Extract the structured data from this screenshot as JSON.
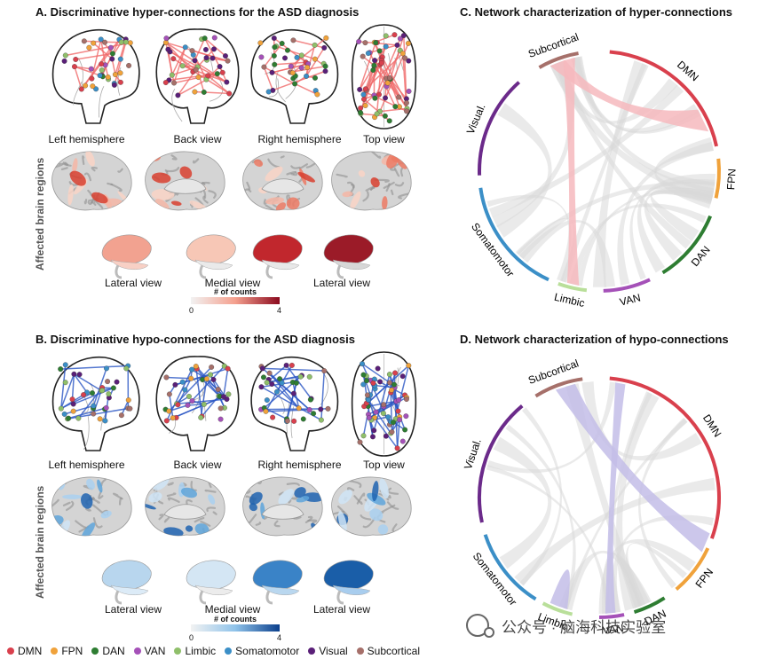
{
  "panelA": {
    "title": "A. Discriminative hyper-connections for the ASD diagnosis",
    "views": [
      "Left hemisphere",
      "Back view",
      "Right hemisphere",
      "Top view"
    ],
    "subviews": [
      "Lateral view",
      "Medial view",
      "Lateral view"
    ],
    "ylabel": "Affected brain regions",
    "colorbar": {
      "title": "# of counts",
      "min": "0",
      "max": "4",
      "from": "#f2f2f2",
      "to": "#8b0a1e"
    }
  },
  "panelB": {
    "title": "B. Discriminative hypo-connections for the ASD diagnosis",
    "views": [
      "Left hemisphere",
      "Back view",
      "Right hemisphere",
      "Top view"
    ],
    "subviews": [
      "Lateral view",
      "Medial view",
      "Lateral view"
    ],
    "ylabel": "Affected brain regions",
    "colorbar": {
      "title": "# of counts",
      "min": "0",
      "max": "4",
      "from": "#f2f2f2",
      "to": "#0b3f8c"
    }
  },
  "panelC": {
    "title": "C. Network characterization of hyper-connections",
    "ribbon_color": "#f6b9bd",
    "networks": [
      {
        "name": "DMN",
        "color": "#d9404d"
      },
      {
        "name": "FPN",
        "color": "#f0a23b"
      },
      {
        "name": "DAN",
        "color": "#2e7d32"
      },
      {
        "name": "VAN",
        "color": "#a551b8"
      },
      {
        "name": "Limbic",
        "color": "#b9df9a"
      },
      {
        "name": "Somatomotor",
        "color": "#3b8fc7"
      },
      {
        "name": "Visual.",
        "color": "#6b2a8a"
      },
      {
        "name": "Subcortical",
        "color": "#a6706a"
      }
    ]
  },
  "panelD": {
    "title": "D. Network characterization of hypo-connections",
    "ribbon_color": "#c3bde8",
    "networks": [
      {
        "name": "DMN",
        "color": "#d9404d"
      },
      {
        "name": "FPN",
        "color": "#f0a23b"
      },
      {
        "name": "DAN",
        "color": "#2e7d32"
      },
      {
        "name": "VAN",
        "color": "#a551b8"
      },
      {
        "name": "Limbic",
        "color": "#b9df9a"
      },
      {
        "name": "Somatomotor",
        "color": "#3b8fc7"
      },
      {
        "name": "Visual.",
        "color": "#6b2a8a"
      },
      {
        "name": "Subcortical",
        "color": "#a6706a"
      }
    ]
  },
  "legend": [
    {
      "name": "DMN",
      "color": "#d9404d"
    },
    {
      "name": "FPN",
      "color": "#f0a23b"
    },
    {
      "name": "DAN",
      "color": "#2e7d32"
    },
    {
      "name": "VAN",
      "color": "#a551b8"
    },
    {
      "name": "Limbic",
      "color": "#8fbf6a"
    },
    {
      "name": "Somatomotor",
      "color": "#3b8fc7"
    },
    {
      "name": "Visual",
      "color": "#5a1f78"
    },
    {
      "name": "Subcortical",
      "color": "#a6706a"
    }
  ],
  "watermark": "公众号 · 脑海科技实验室"
}
